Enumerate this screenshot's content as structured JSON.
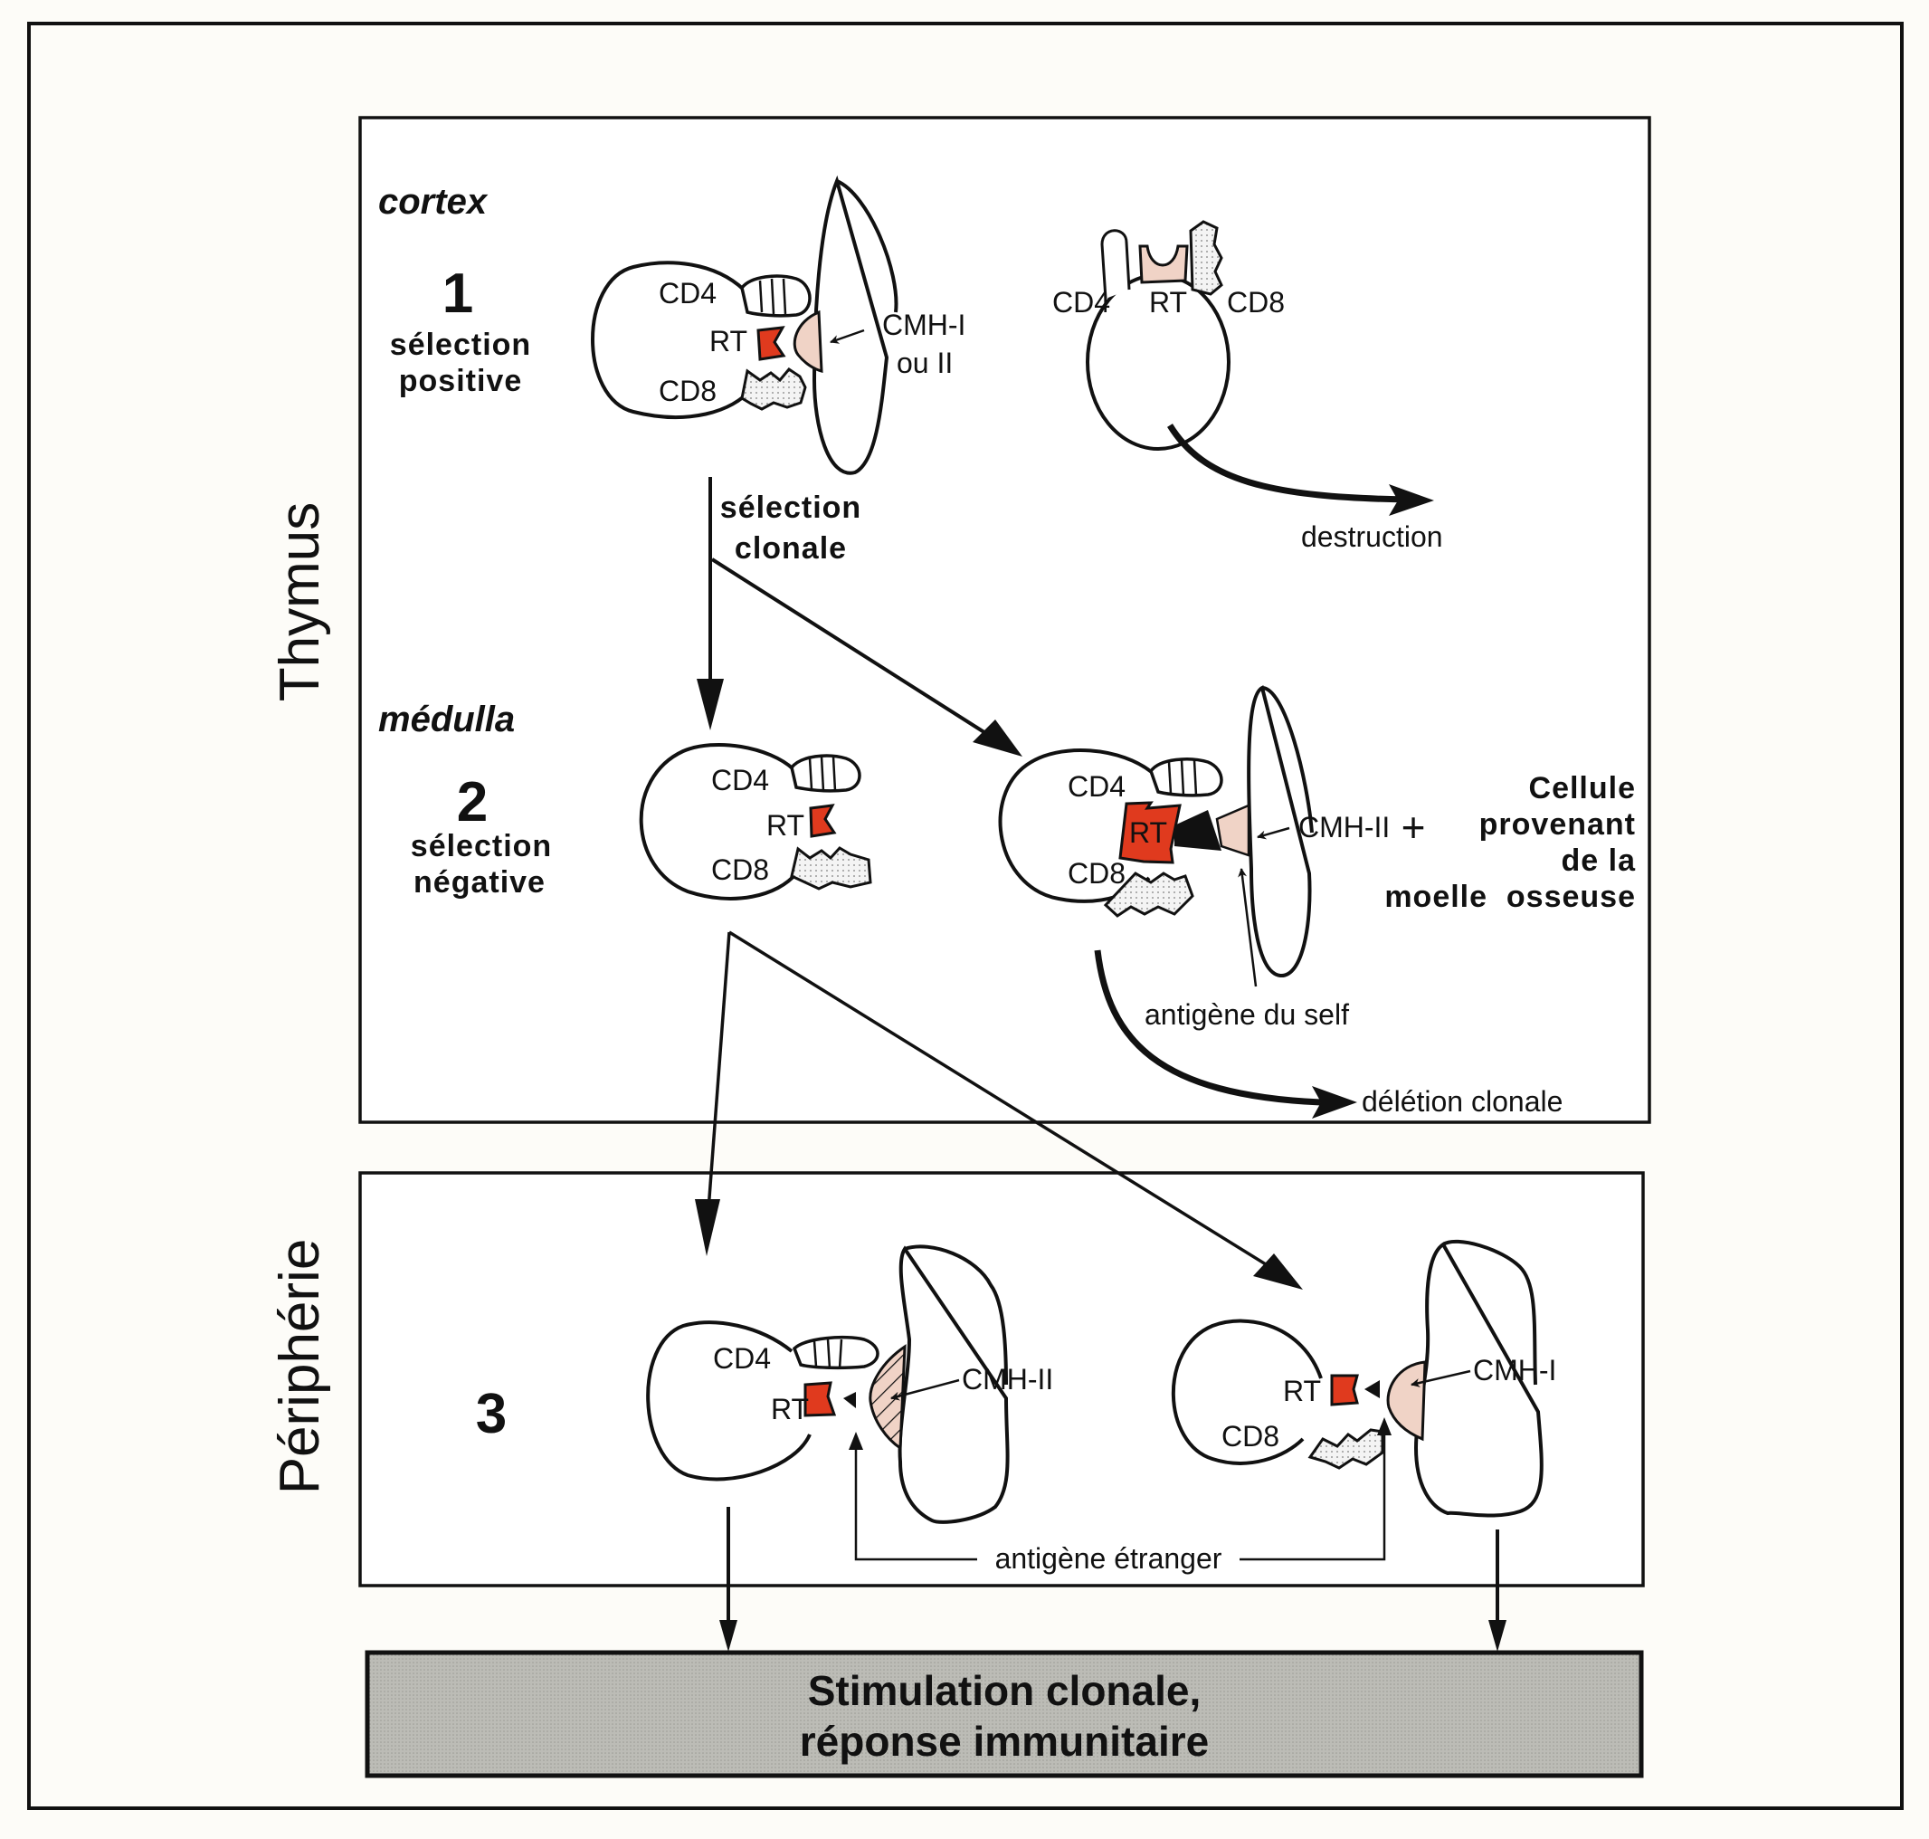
{
  "colors": {
    "receptor": "#e03a1e",
    "mhc": "#f0d3c6",
    "output_box": "#bdbdb8",
    "line": "#111111"
  },
  "sections": {
    "thymus": {
      "label": "Thymus",
      "cortex": {
        "zone": "cortex",
        "step_number": "1",
        "step_label_1": "sélection",
        "step_label_2": "positive",
        "cell_labels": {
          "cd4": "CD4",
          "rt": "RT",
          "cd8": "CD8"
        },
        "mhc_label_1": "CMH-I",
        "mhc_label_2": "ou II",
        "unbound_cell": {
          "cd4": "CD4",
          "rt": "RT",
          "cd8": "CD8"
        },
        "destruction": "destruction",
        "arrow_label_1": "sélection",
        "arrow_label_2": "clonale"
      },
      "medulla": {
        "zone": "médulla",
        "step_number": "2",
        "step_label_1": "sélection",
        "step_label_2": "négative",
        "cell_a": {
          "cd4": "CD4",
          "rt": "RT",
          "cd8": "CD8"
        },
        "cell_b": {
          "cd4": "CD4",
          "rt": "RT",
          "cd8": "CD8"
        },
        "mhc_label": "CMH-II",
        "plus": "+",
        "bone_marrow_1": "Cellule",
        "bone_marrow_2": "provenant",
        "bone_marrow_3": "de la",
        "bone_marrow_4": "moelle  osseuse",
        "self_antigen": "antigène du self",
        "deletion": "délétion clonale"
      }
    },
    "periphery": {
      "label": "Périphérie",
      "step_number": "3",
      "cell_cd4": {
        "cd4": "CD4",
        "rt": "RT",
        "mhc": "CMH-II"
      },
      "cell_cd8": {
        "cd8": "CD8",
        "rt": "RT",
        "mhc": "CMH-I"
      },
      "foreign_antigen": "antigène étranger"
    },
    "outcome": {
      "line_1": "Stimulation clonale,",
      "line_2": "réponse immunitaire"
    }
  }
}
